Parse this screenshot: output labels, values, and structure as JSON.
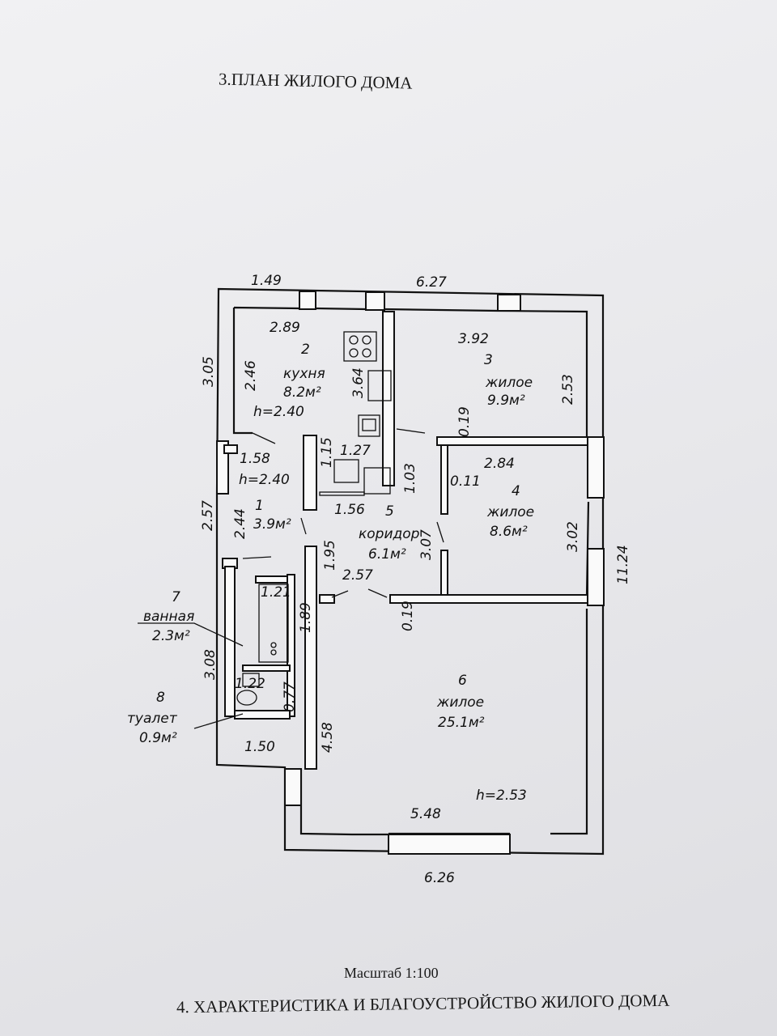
{
  "title": "3.ПЛАН ЖИЛОГО ДОМА",
  "scale": "Масштаб 1:100",
  "next_section": "4. ХАРАКТЕРИСТИКА И БЛАГОУСТРОЙСТВО ЖИЛОГО ДОМА",
  "rooms": {
    "r1": {
      "num": "1",
      "area": "3.9м²"
    },
    "r2": {
      "num": "2",
      "name": "кухня",
      "area": "8.2м²"
    },
    "r3": {
      "num": "3",
      "name": "жилое",
      "area": "9.9м²"
    },
    "r4": {
      "num": "4",
      "name": "жилое",
      "area": "8.6м²"
    },
    "r5": {
      "num": "5",
      "name": "коридор",
      "area": "6.1м²"
    },
    "r6": {
      "num": "6",
      "name": "жилое",
      "area": "25.1м²"
    },
    "r7": {
      "num": "7",
      "name": "ванная",
      "area": "2.3м²"
    },
    "r8": {
      "num": "8",
      "name": "туалет",
      "area": "0.9м²"
    }
  },
  "heights": {
    "kitchen": "h=2.40",
    "hall": "h=2.40",
    "living": "h=2.53"
  },
  "dims": {
    "d149": "1.49",
    "d627": "6.27",
    "d289": "2.89",
    "d392": "3.92",
    "d305": "3.05",
    "d246": "2.46",
    "d364": "3.64",
    "d253": "2.53",
    "d019a": "0.19",
    "d115": "1.15",
    "d127": "1.27",
    "d158": "1.58",
    "d284": "2.84",
    "d011": "0.11",
    "d103": "1.03",
    "d156": "1.56",
    "d257a": "2.57",
    "d244": "2.44",
    "d302": "3.02",
    "d1124": "11.24",
    "d307": "3.07",
    "d195": "1.95",
    "d257b": "2.57",
    "d121": "1.21",
    "d189": "1.89",
    "d019b": "0.19",
    "d308": "3.08",
    "d122": "1.22",
    "d077": "0.77",
    "d150": "1.50",
    "d458": "4.58",
    "d548": "5.48",
    "d626": "6.26"
  }
}
